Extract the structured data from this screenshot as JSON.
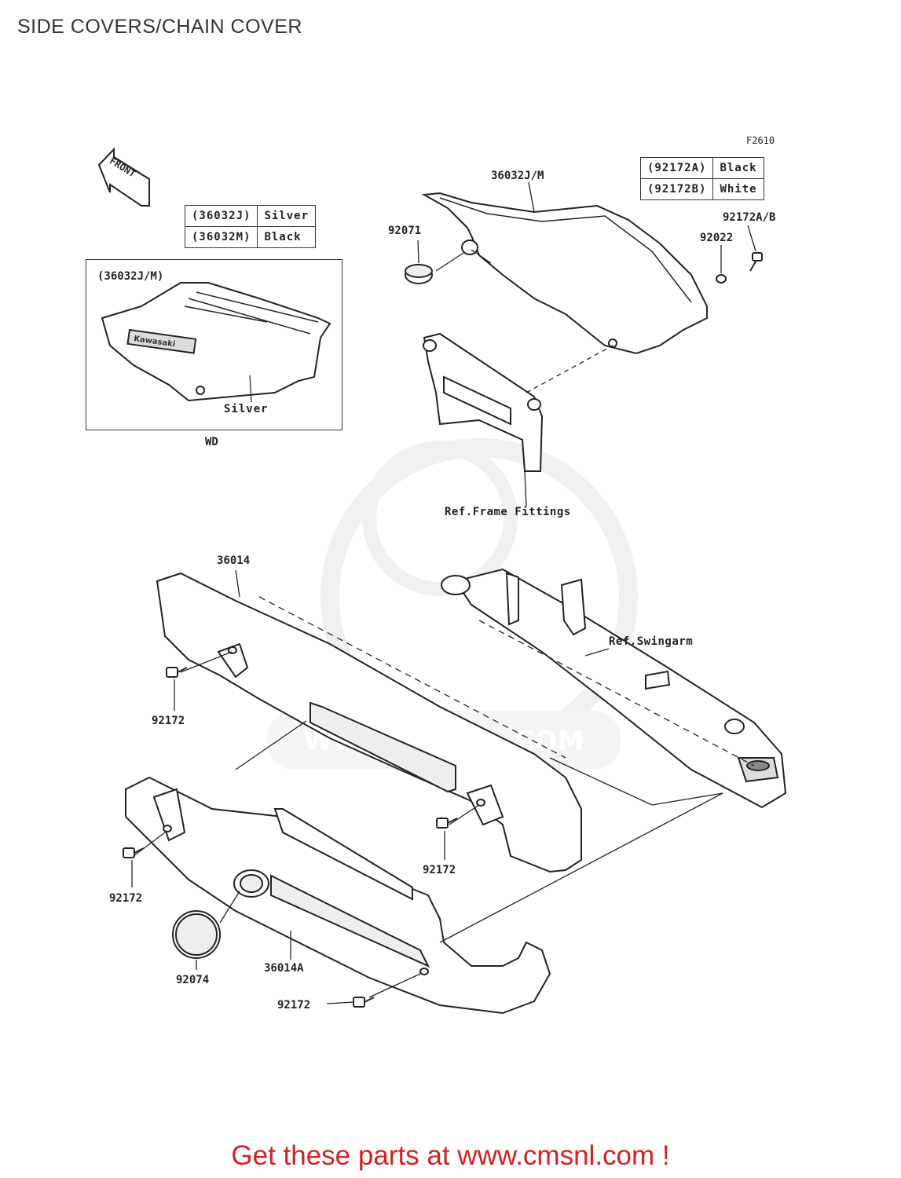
{
  "title": "SIDE COVERS/CHAIN COVER",
  "figure_code": "F2610",
  "front_label": "FRONT",
  "color_table_left": {
    "rows": [
      {
        "part": "(36032J)",
        "color": "Silver"
      },
      {
        "part": "(36032M)",
        "color": "Black"
      }
    ]
  },
  "color_table_right": {
    "rows": [
      {
        "part": "(92172A)",
        "color": "Black"
      },
      {
        "part": "(92172B)",
        "color": "White"
      }
    ]
  },
  "variant_box": {
    "header": "(36032J/M)",
    "silver_label": "Silver",
    "badge": "Kawasaki",
    "caption": "WD"
  },
  "part_labels": {
    "p36032jm": "36032J/M",
    "p92071": "92071",
    "p92172ab": "92172A/B",
    "p92022": "92022",
    "ref_frame": "Ref.Frame Fittings",
    "p36014": "36014",
    "ref_swingarm": "Ref.Swingarm",
    "p92172_a": "92172",
    "p92172_b": "92172",
    "p92172_c": "92172",
    "p92074": "92074",
    "p36014a": "36014A",
    "p92172_d": "92172"
  },
  "watermark": "WWW.CMSNL.COM",
  "cta": "Get these parts at www.cmsnl.com !",
  "colors": {
    "cta": "#d42020",
    "line": "#333333",
    "watermark": "#e6e6e6"
  }
}
